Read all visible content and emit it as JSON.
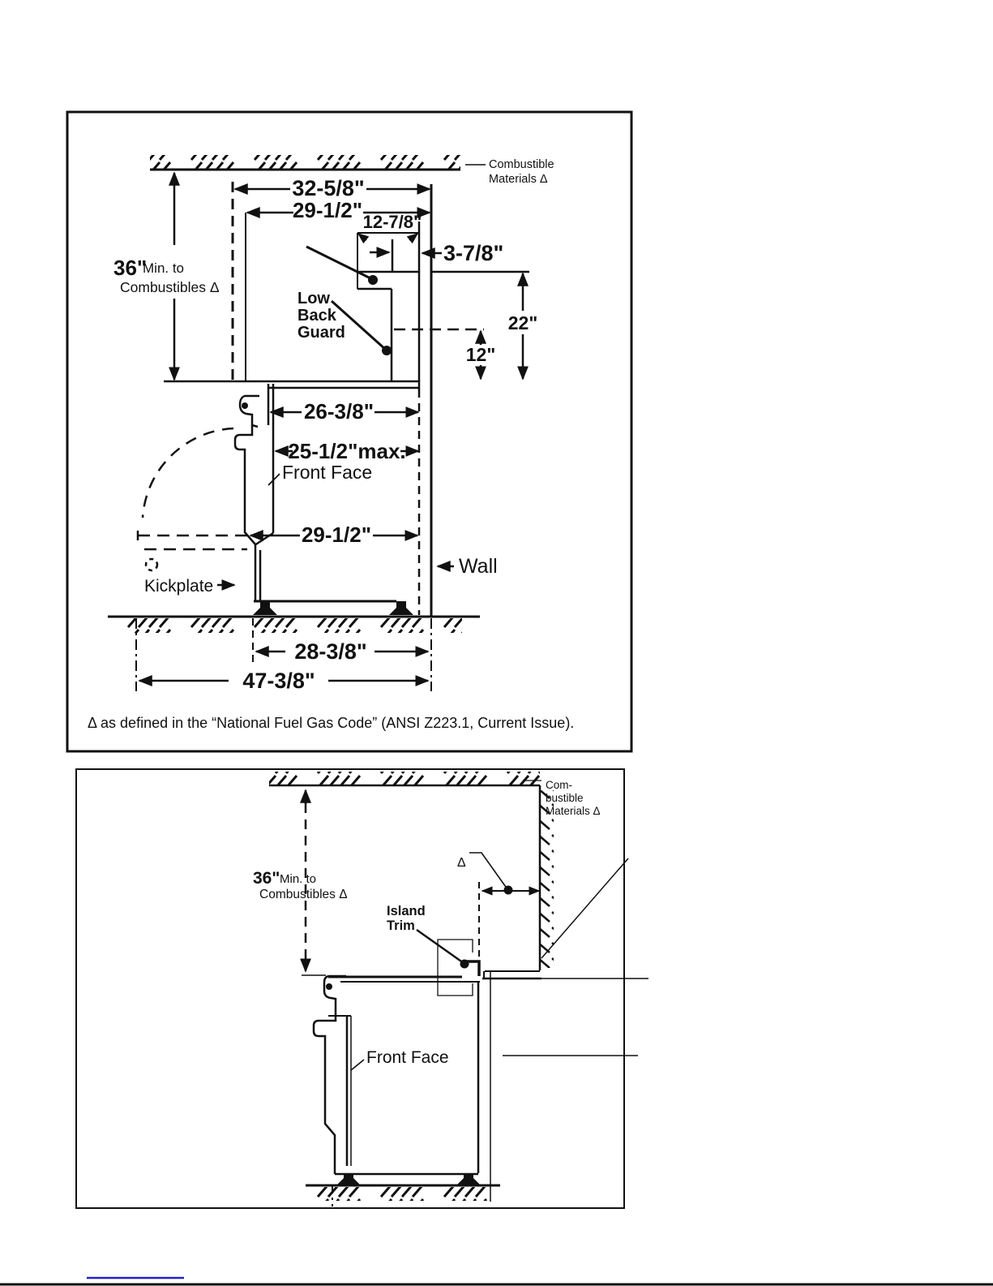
{
  "page": {
    "footnote": "Δ as defined in the “National Fuel Gas Code” (ANSI Z223.1, Current Issue)."
  },
  "diagram1": {
    "combustible_label": [
      "Combustible",
      "Materials Δ"
    ],
    "min_combustibles": {
      "big": "36\"",
      "suffix": "Min. to",
      "line2": "Combustibles Δ"
    },
    "dims": {
      "d32": "32-5/8\"",
      "d29top": "29-1/2\"",
      "d12_78": "12-7/8\"",
      "d3_78": "3-7/8\"",
      "d22": "22\"",
      "d12": "12\"",
      "d26": "26-3/8\"",
      "d25": "25-1/2\"max.",
      "d29mid": "29-1/2\"",
      "d28": "28-3/8\"",
      "d47": "47-3/8\""
    },
    "labels": {
      "low_back_guard": [
        "Low",
        "Back",
        "Guard"
      ],
      "front_face": "Front Face",
      "wall": "Wall",
      "kickplate": "Kickplate"
    }
  },
  "diagram2": {
    "combustible_label": [
      "Com-",
      "bustible",
      "Materials Δ"
    ],
    "min_combustibles": {
      "big": "36\"",
      "suffix": "Min. to",
      "line2": "Combustibles Δ"
    },
    "delta": "Δ",
    "labels": {
      "island_trim": [
        "Island",
        "Trim"
      ],
      "front_face": "Front Face"
    }
  }
}
